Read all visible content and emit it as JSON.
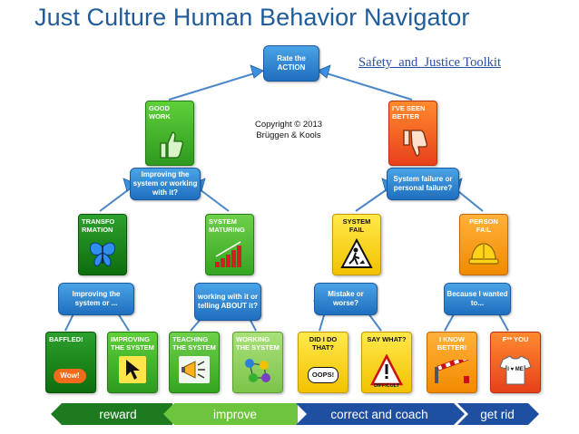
{
  "title": "Just Culture Human Behavior Navigator",
  "toolkit_link": "Safety_and_Justice Toolkit",
  "copyright": {
    "line1": "Copyright © 2013",
    "line2": "Brüggen & Kools"
  },
  "root": {
    "label": "Rate the ACTION"
  },
  "level1": [
    {
      "label": "GOOD WORK",
      "icon": "thumbs-up-icon",
      "color": "#3aaa2a"
    },
    {
      "label": "I'VE SEEN BETTER",
      "icon": "thumbs-down-icon",
      "color": "#f0581e"
    }
  ],
  "questions1": [
    {
      "label": "Improving the system or working with it?"
    },
    {
      "label": "System failure or personal failure?"
    }
  ],
  "level2": [
    {
      "label": "TRANSFO RMATION",
      "icon": "butterfly-icon",
      "color": "#1f7a1f"
    },
    {
      "label": "SYSTEM MATURING",
      "icon": "growth-chart-icon",
      "color": "#6cc53c"
    },
    {
      "label": "SYSTEM FAIL",
      "icon": "roadwork-sign-icon",
      "color": "#f5d000"
    },
    {
      "label": "PERSON FAIL",
      "icon": "hard-hat-icon",
      "color": "#f39200"
    }
  ],
  "questions2": [
    {
      "label": "Improving the system or ..."
    },
    {
      "label": "working with it or telling ABOUT it?"
    },
    {
      "label": "Mistake or worse?"
    },
    {
      "label": "Because I wanted to..."
    }
  ],
  "leaves": [
    {
      "label": "BAFFLED!",
      "badge": "Wow!",
      "icon": "wow-bubble-icon",
      "color": "#1e8c1e"
    },
    {
      "label": "IMPROVING THE SYSTEM",
      "icon": "cursor-arrow-icon",
      "color": "#3aa42a"
    },
    {
      "label": "TEACHING THE SYSTEM",
      "icon": "megaphone-icon",
      "color": "#6cc53c"
    },
    {
      "label": "WORKING THE SYSTEM",
      "icon": "network-icon",
      "color": "#9fd870"
    },
    {
      "label": "DID I DO THAT?",
      "badge": "OOPS!",
      "icon": "oops-bubble-icon",
      "color": "#f5d000"
    },
    {
      "label": "SAY WHAT?",
      "badge": "DIFFICULT",
      "icon": "warning-sign-icon",
      "color": "#f5d000"
    },
    {
      "label": "I KNOW BETTER!",
      "icon": "barrier-icon",
      "color": "#f39200"
    },
    {
      "label": "F** YOU",
      "badge": "I ♥ ME",
      "icon": "tshirt-icon",
      "color": "#f05a1e"
    }
  ],
  "bottom_bar": [
    {
      "label": "reward",
      "color": "#1e7a1e"
    },
    {
      "label": "improve",
      "color": "#6cc53c"
    },
    {
      "label": "correct and coach",
      "color": "#1f4fa0"
    },
    {
      "label": "get rid",
      "color": "#1f4fa0"
    }
  ]
}
